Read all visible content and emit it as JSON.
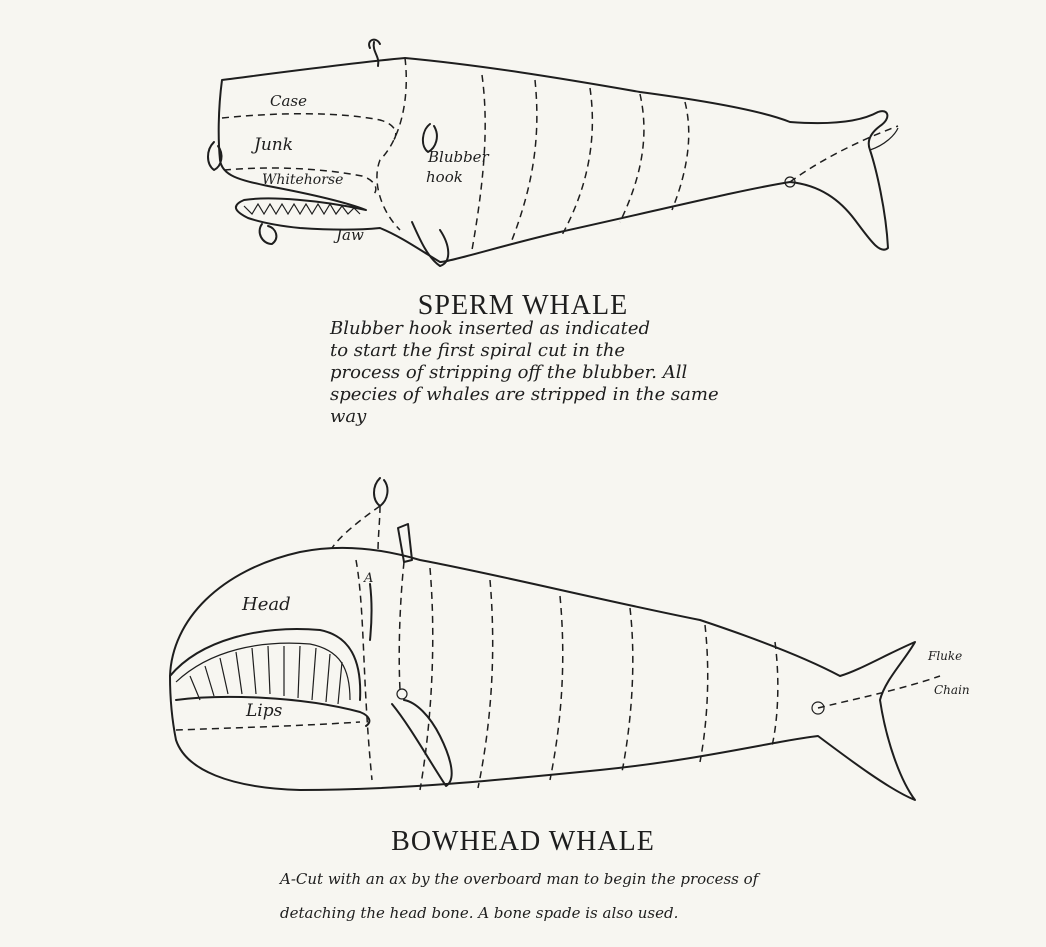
{
  "sperm_whale": {
    "labels": {
      "case": "Case",
      "junk": "Junk",
      "whitehorse": "Whitehorse",
      "blubber_line1": "Blubber",
      "blubber_line2": "hook",
      "jaw": "Jaw"
    },
    "title": "SPERM WHALE",
    "caption_lines": [
      "Blubber hook inserted as indicated",
      "to start the first spiral cut in the",
      "process of stripping off the blubber. All",
      "species of whales are stripped in the same",
      "way"
    ]
  },
  "bowhead_whale": {
    "labels": {
      "head": "Head",
      "lips": "Lips",
      "a_mark": "A",
      "fluke_line1": "Fluke",
      "fluke_line2": "Chain"
    },
    "title": "BOWHEAD WHALE",
    "caption_lines": [
      "A-Cut with an ax by the overboard man to begin the process of",
      "detaching the head bone. A bone spade is also used."
    ]
  }
}
